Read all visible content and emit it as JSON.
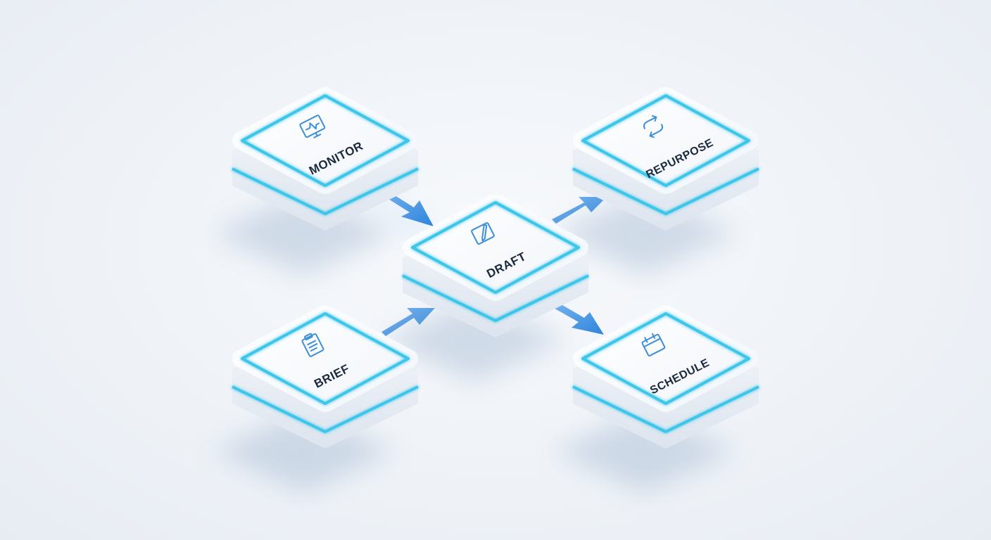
{
  "diagram": {
    "nodes": {
      "monitor": {
        "label": "MONITOR",
        "icon": "monitor-heartbeat-icon"
      },
      "repurpose": {
        "label": "REPURPOSE",
        "icon": "refresh-cycle-icon"
      },
      "draft": {
        "label": "DRAFT",
        "icon": "pencil-edit-icon"
      },
      "brief": {
        "label": "BRIEF",
        "icon": "clipboard-document-icon"
      },
      "schedule": {
        "label": "SCHEDULE",
        "icon": "calendar-icon"
      }
    },
    "edges": [
      {
        "from": "MONITOR",
        "to": "DRAFT"
      },
      {
        "from": "BRIEF",
        "to": "DRAFT"
      },
      {
        "from": "DRAFT",
        "to": "REPURPOSE"
      },
      {
        "from": "DRAFT",
        "to": "SCHEDULE"
      }
    ],
    "colors": {
      "accent_cyan": "#3ec6ea",
      "arrow_blue": "#3d8fe0",
      "tile_white": "#ffffff",
      "text_dark": "#1c2a3e",
      "icon_blue": "#3d8fd6"
    }
  }
}
